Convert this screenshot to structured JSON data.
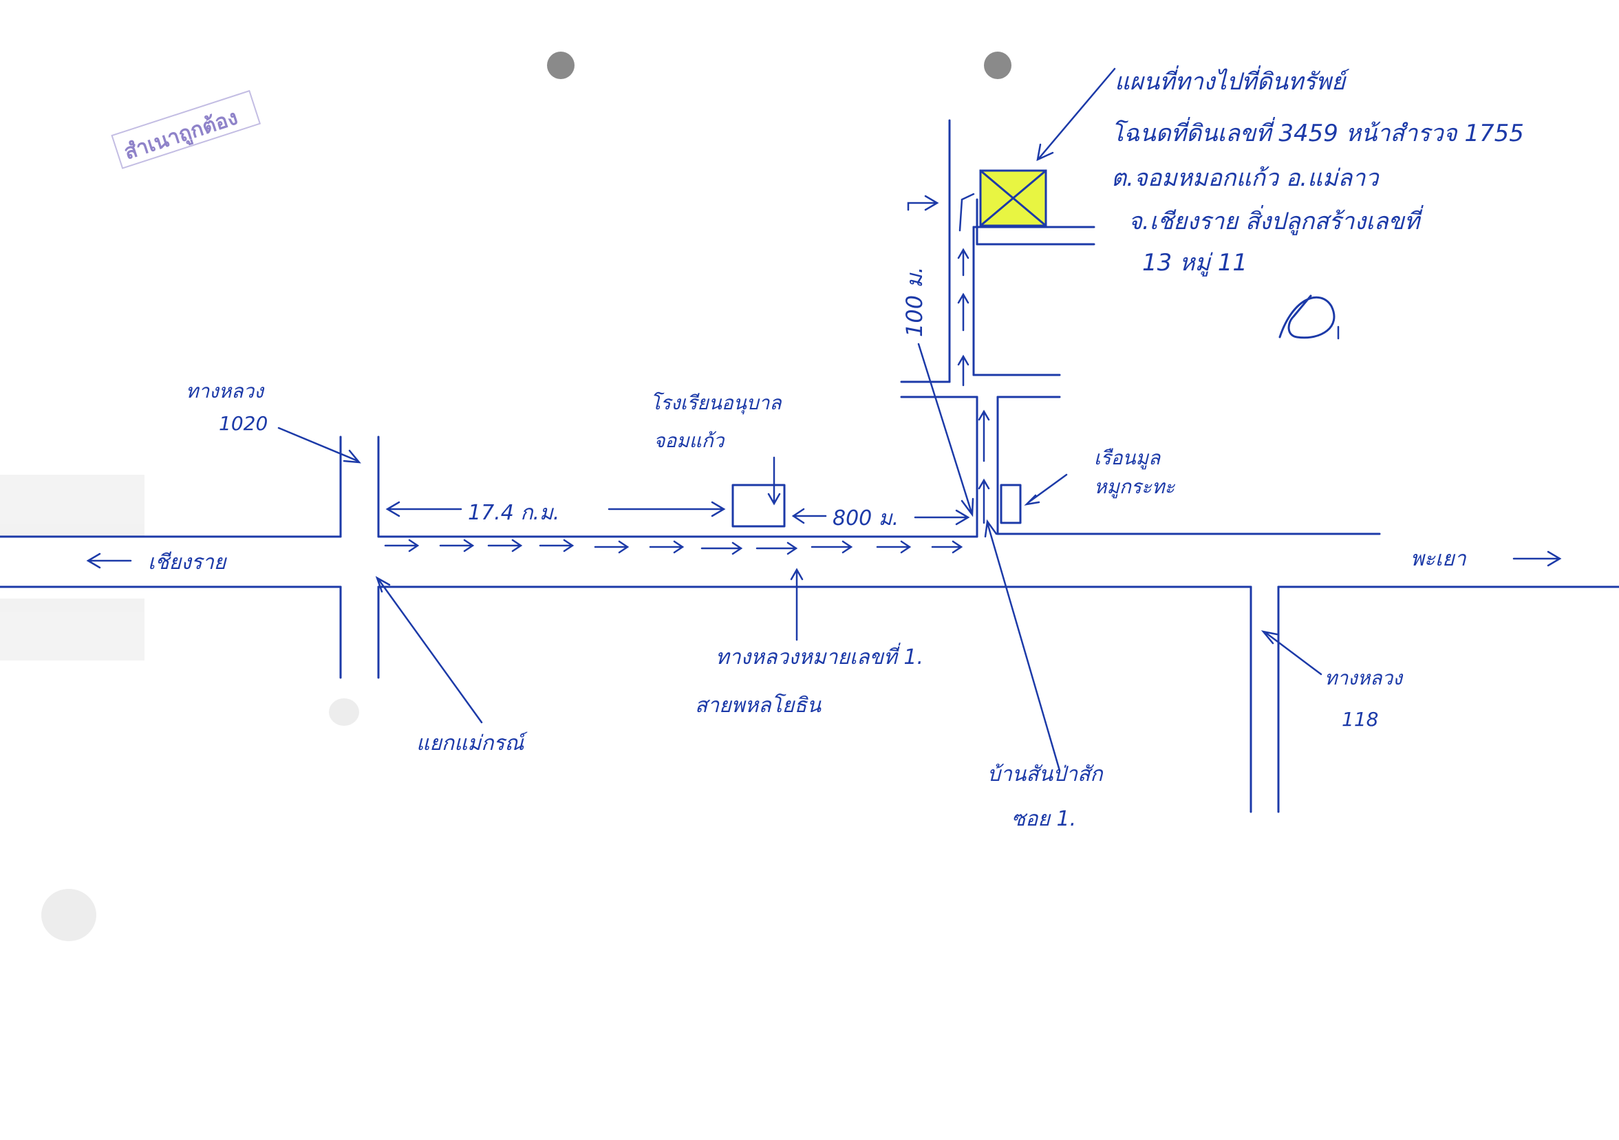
{
  "title": {
    "line1": "แผนที่ทางไปที่ดินทรัพย์",
    "line2": "โฉนดที่ดินเลขที่ 3459 หน้าสำรวจ 1755",
    "line3": "ต.จอมหมอกแก้ว อ.แม่ลาว",
    "line4": "จ.เชียงราย สิ่งปลูกสร้างเลขที่",
    "line5": "13 หมู่ 11"
  },
  "stamp": {
    "text": "สำเนาถูกต้อง"
  },
  "labels": {
    "highway_1020_name": "ทางหลวง",
    "highway_1020_number": "1020",
    "school_line1": "โรงเรียนอนุบาล",
    "school_line2": "จอมแก้ว",
    "dist_17_4": "17.4 ก.ม.",
    "dist_800": "800 ม.",
    "dist_100": "100 ม.",
    "house_line1": "เรือนมูล",
    "house_line2": "หมูกระทะ",
    "chiang_rai": "เชียงราย",
    "phayao": "พะเยา",
    "highway_1_line1": "ทางหลวงหมายเลขที่ 1.",
    "highway_1_line2": "สายพหลโยธิน",
    "highway_118_name": "ทางหลวง",
    "highway_118_number": "118",
    "mae_korn": "แยกแม่กรณ์",
    "soi_line1": "บ้านสันป่าสัก",
    "soi_line2": "ซอย 1."
  },
  "colors": {
    "ink": "#1c3aa8",
    "target_fill": "#e8f542",
    "stamp": "#6a5ab8"
  }
}
